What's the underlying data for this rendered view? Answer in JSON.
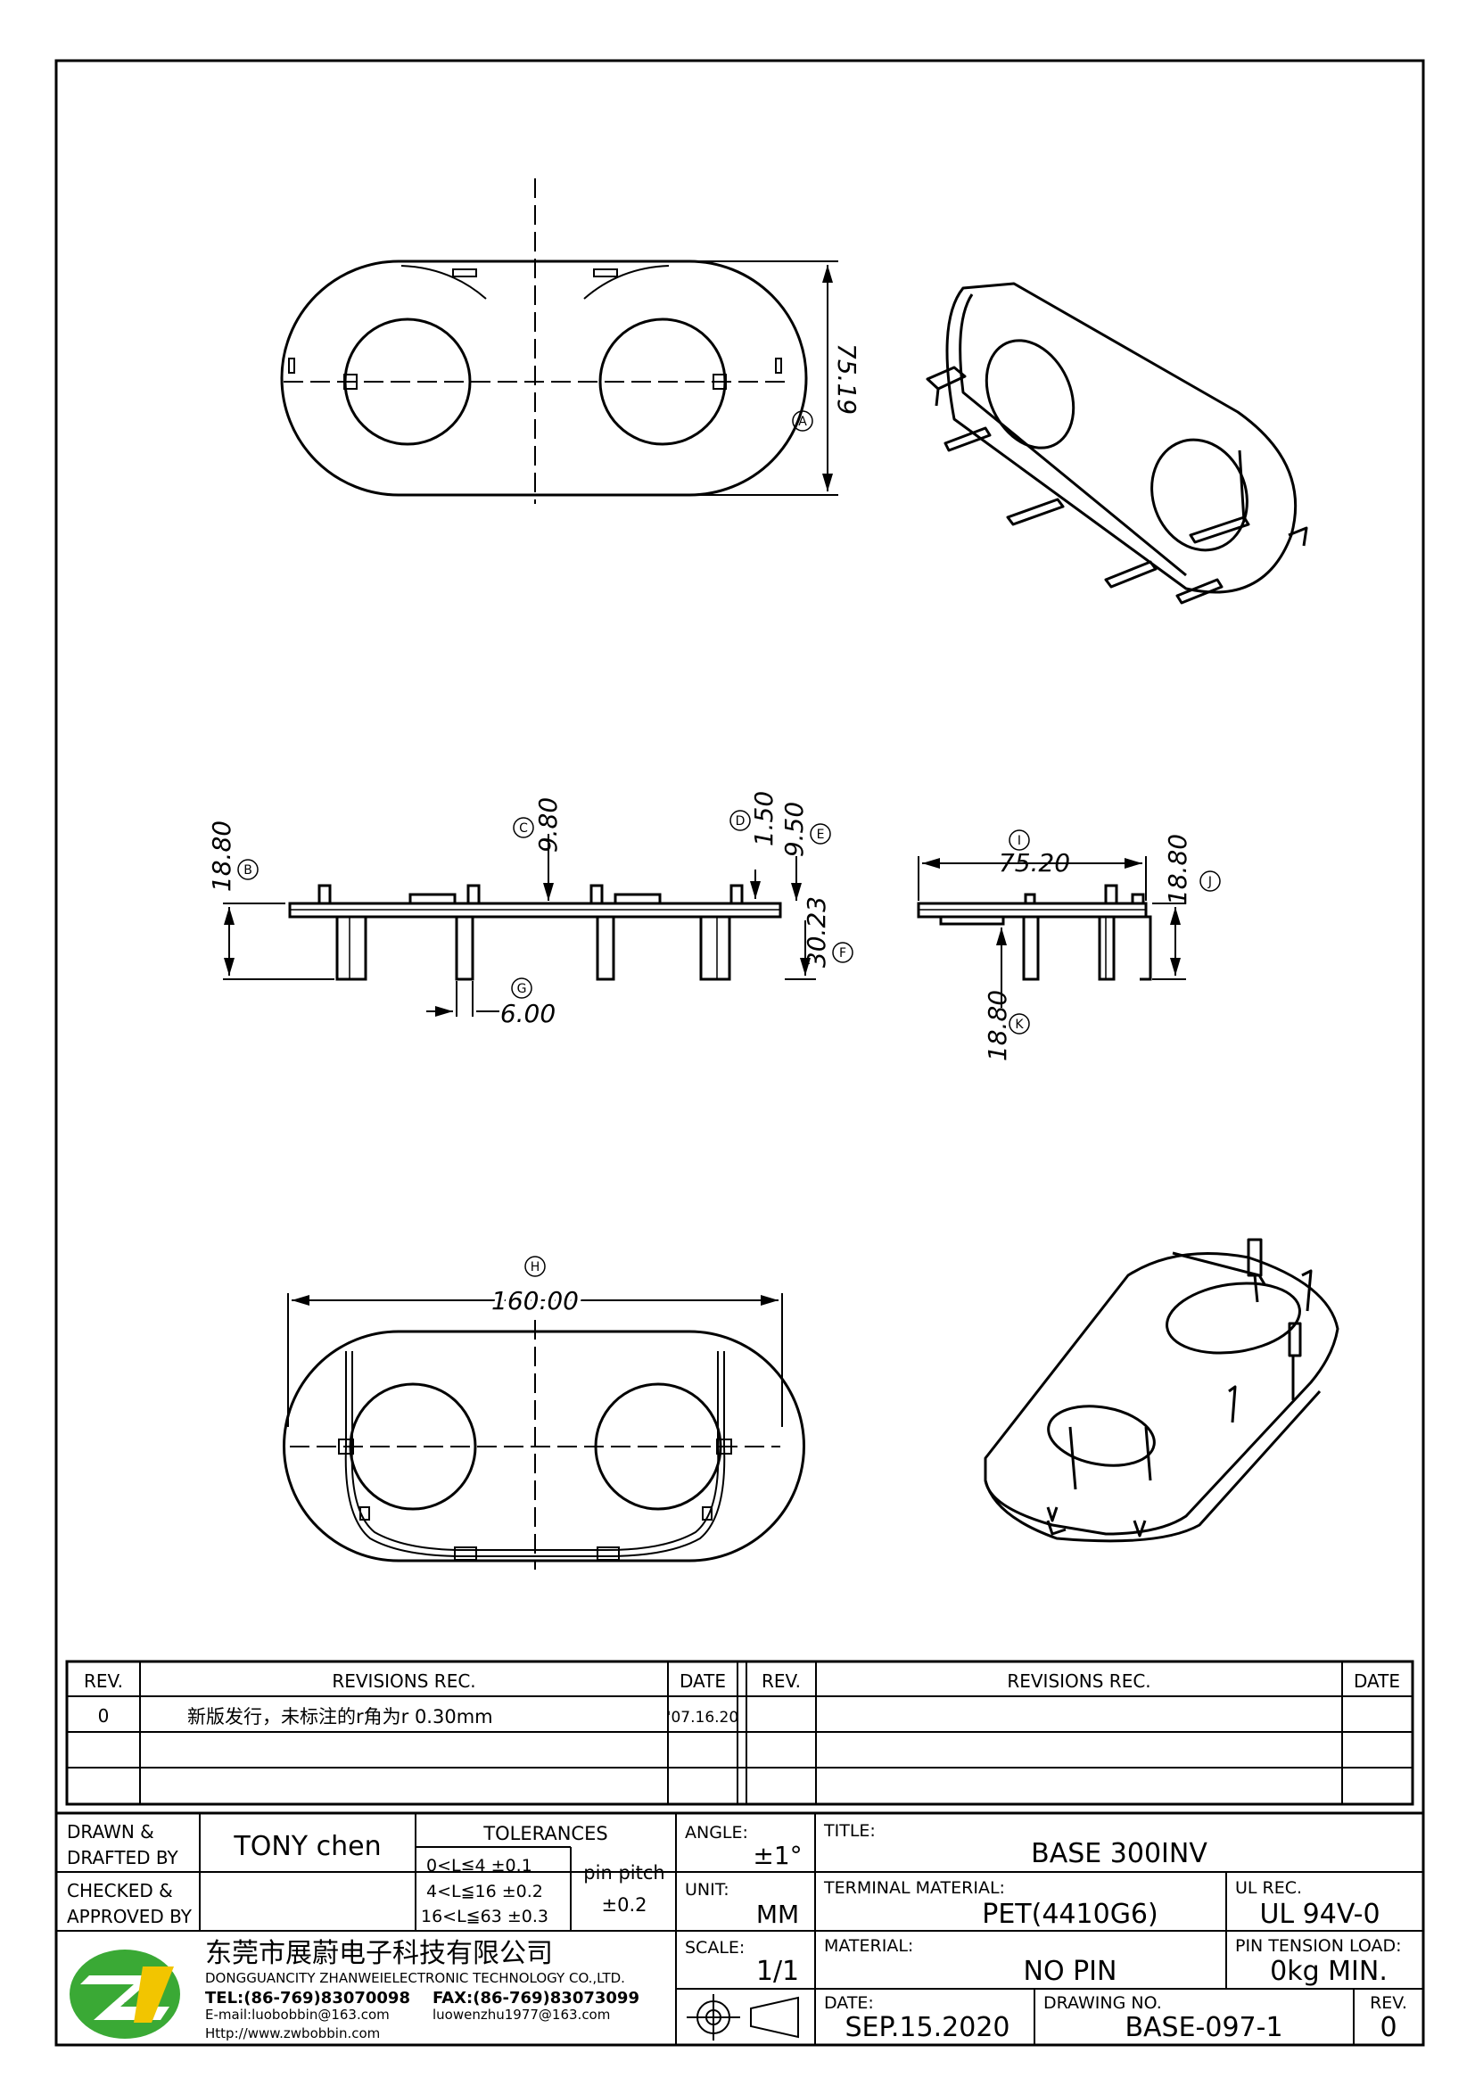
{
  "dimensions": {
    "A": {
      "tag": "A",
      "value": "75.19"
    },
    "B": {
      "tag": "B",
      "value": "18.80"
    },
    "C": {
      "tag": "C",
      "value": "9.80"
    },
    "D": {
      "tag": "D",
      "value": "1.50"
    },
    "E": {
      "tag": "E",
      "value": "9.50"
    },
    "F": {
      "tag": "F",
      "value": "30.23"
    },
    "G": {
      "tag": "G",
      "value": "6.00"
    },
    "H": {
      "tag": "H",
      "value": "160.00"
    },
    "I": {
      "tag": "I",
      "value": "75.20"
    },
    "J": {
      "tag": "J",
      "value": "18.80"
    },
    "K": {
      "tag": "K",
      "value": "18.80"
    }
  },
  "revisions": {
    "headers": {
      "rev": "REV.",
      "rec": "REVISIONS   REC.",
      "date": "DATE"
    },
    "rows": [
      {
        "rev": "0",
        "rec": "新版发行，未标注的r角为r 0.30mm",
        "date": "'07.16.20"
      }
    ]
  },
  "titleblock": {
    "drawn_label_1": "DRAWN &",
    "drawn_label_2": "DRAFTED BY",
    "drawn_value": "TONY  chen",
    "checked_label_1": "CHECKED &",
    "checked_label_2": "APPROVED BY",
    "tolerances_label": "TOLERANCES",
    "tol_1": "0<L≦4   ±0.1",
    "tol_2": "4<L≦16  ±0.2",
    "tol_3": "16<L≦63  ±0.3",
    "pin_pitch_label": "pin pitch",
    "pin_pitch_value": "±0.2",
    "angle_label": "ANGLE:",
    "angle_value": "±1°",
    "unit_label": "UNIT:",
    "unit_value": "MM",
    "scale_label": "SCALE:",
    "scale_value": "1/1",
    "title_label": "TITLE:",
    "title_value": "BASE  300INV",
    "terminal_label": "TERMINAL  MATERIAL:",
    "terminal_value": "PET(4410G6)",
    "ul_label": "UL  REC.",
    "ul_value": "UL  94V-0",
    "material_label": "MATERIAL:",
    "material_value": "NO  PIN",
    "pin_tension_label": "PIN  TENSION  LOAD:",
    "pin_tension_value": "0kg  MIN.",
    "date_label": "DATE:",
    "date_value": "SEP.15.2020",
    "drawing_no_label": "DRAWING  NO.",
    "drawing_no_value": "BASE-097-1",
    "rev_label": "REV.",
    "rev_value": "0"
  },
  "company": {
    "name_cn": "东莞市展蔚电子科技有限公司",
    "name_en": "DONGGUANCITY  ZHANWEIELECTRONIC  TECHNOLOGY  CO.,LTD.",
    "tel": "TEL:(86-769)83070098",
    "fax": "FAX:(86-769)83073099",
    "email": "E-mail:luobobbin@163.com",
    "email2": "luowenzhu1977@163.com",
    "web": "Http://www.zwbobbin.com",
    "logo_text": "ZW",
    "logo_color_green": "#3aa935",
    "logo_color_yellow": "#f2c500"
  }
}
